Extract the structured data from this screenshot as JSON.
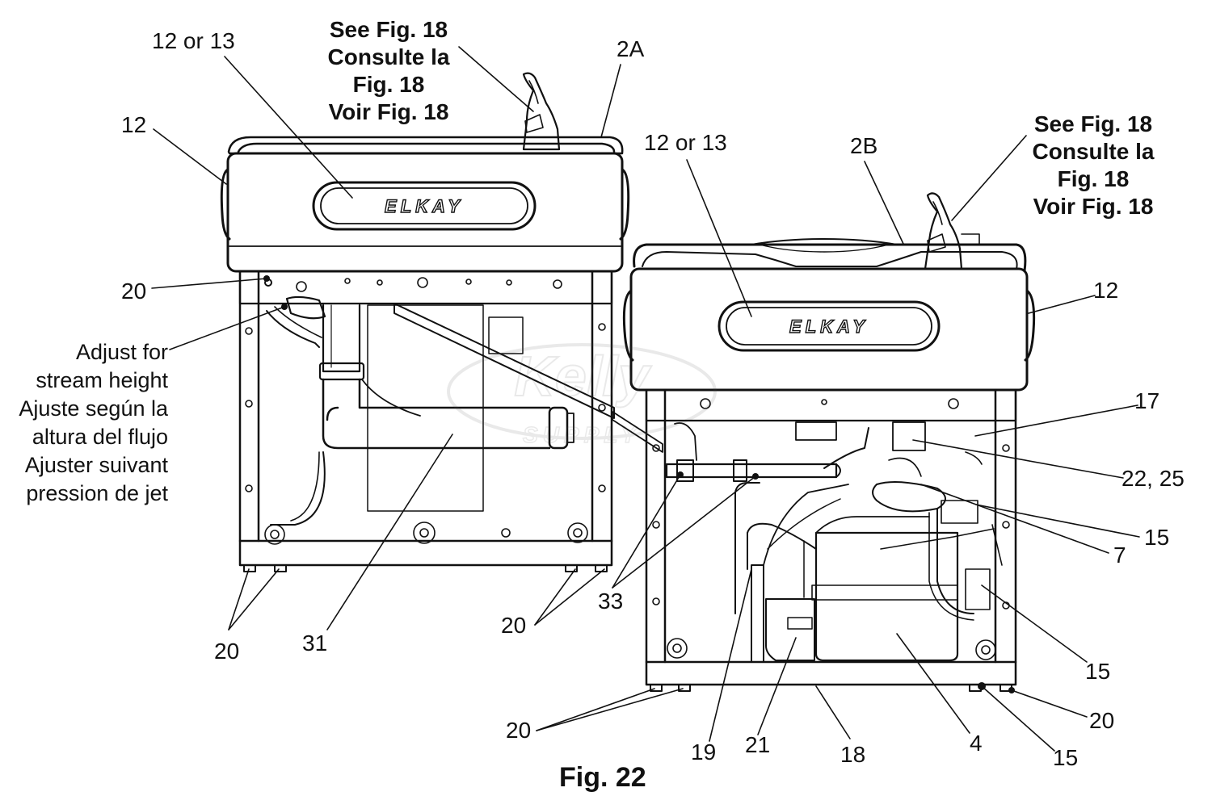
{
  "figure": {
    "caption": "Fig. 22"
  },
  "callouts": {
    "left_unit": {
      "part_12_or_13": "12 or 13",
      "see_fig": [
        "See Fig. 18",
        "Consulte la",
        "Fig. 18",
        "Voir Fig. 18"
      ],
      "part_2A": "2A",
      "part_12": "12",
      "part_20_top": "20",
      "adjust_note": [
        "Adjust for",
        "stream height",
        "Ajuste según la",
        "altura del flujo",
        "Ajuster suivant",
        "pression de jet"
      ],
      "part_20_bottom": "20",
      "part_31": "31",
      "part_20_mid": "20"
    },
    "right_unit": {
      "part_12_or_13": "12 or 13",
      "part_2B": "2B",
      "see_fig": [
        "See Fig. 18",
        "Consulte la",
        "Fig. 18",
        "Voir Fig. 18"
      ],
      "part_12": "12",
      "part_17": "17",
      "part_22_25": "22, 25",
      "part_15_a": "15",
      "part_7": "7",
      "part_33": "33",
      "part_15_b": "15",
      "part_20_right": "20",
      "part_15_c": "15",
      "part_20_left": "20",
      "part_19": "19",
      "part_21": "21",
      "part_18": "18",
      "part_4": "4"
    }
  },
  "brand": {
    "logo_text": "ELKAY"
  },
  "watermark": {
    "line1": "Kelly",
    "line2": "SUPPLY"
  }
}
